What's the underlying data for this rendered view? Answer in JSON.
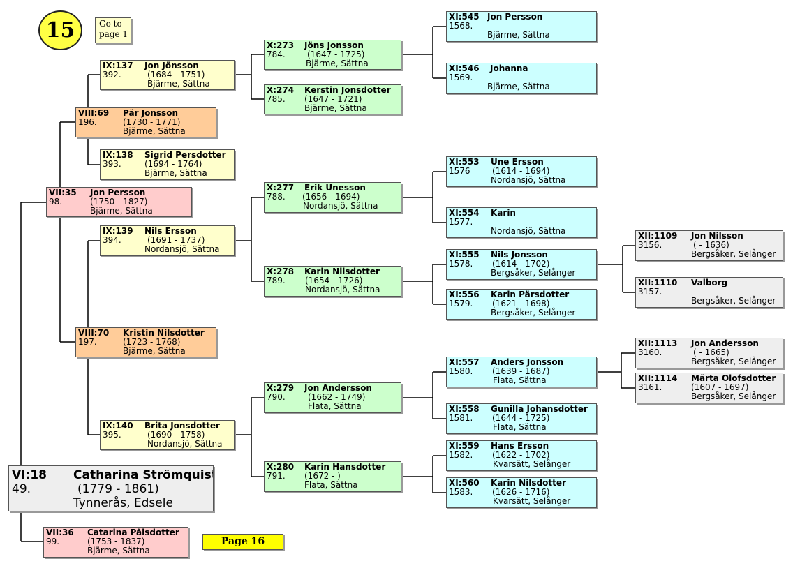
{
  "page": {
    "badge": "15",
    "goto_line1": "Go to",
    "goto_line2": "page 1",
    "next_page": "Page 16"
  },
  "colors": {
    "gen6": "#eeeeee",
    "gen7": "#ffcccc",
    "gen8": "#ffcc99",
    "gen9": "#ffffcc",
    "gen10": "#ccffcc",
    "gen11": "#ccffff",
    "gen12": "#eeeeee"
  },
  "people": {
    "p18": {
      "code": "VI:18",
      "num": "49.",
      "name": "Catharina Strömquist",
      "dates": "(1779 - 1861)",
      "place": "Tynnerås, Edsele"
    },
    "p35": {
      "code": "VII:35",
      "num": "98.",
      "name": "Jon Persson",
      "dates": "(1750 - 1827)",
      "place": "Bjärme, Sättna"
    },
    "p36": {
      "code": "VII:36",
      "num": "99.",
      "name": "Catarina Pålsdotter",
      "dates": "(1753 - 1837)",
      "place": "Bjärme, Sättna"
    },
    "p69": {
      "code": "VIII:69",
      "num": "196.",
      "name": "Pär Jonsson",
      "dates": "(1730 - 1771)",
      "place": "Bjärme, Sättna"
    },
    "p70": {
      "code": "VIII:70",
      "num": "197.",
      "name": "Kristin Nilsdotter",
      "dates": "(1723 - 1768)",
      "place": "Bjärme, Sättna"
    },
    "p137": {
      "code": "IX:137",
      "num": "392.",
      "name": "Jon Jönsson",
      "dates": "(1684 - 1751)",
      "place": "Bjärme, Sättna"
    },
    "p138": {
      "code": "IX:138",
      "num": "393.",
      "name": "Sigrid Persdotter",
      "dates": "(1694 - 1764)",
      "place": "Bjärme, Sättna"
    },
    "p139": {
      "code": "IX:139",
      "num": "394.",
      "name": "Nils Ersson",
      "dates": "(1691 - 1737)",
      "place": "Nordansjö, Sättna"
    },
    "p140": {
      "code": "IX:140",
      "num": "395.",
      "name": "Brita Jonsdotter",
      "dates": "(1690 - 1758)",
      "place": "Nordansjö, Sättna"
    },
    "p273": {
      "code": "X:273",
      "num": "784.",
      "name": "Jöns Jonsson",
      "dates": "(1647 - 1725)",
      "place": "Bjärme, Sättna"
    },
    "p274": {
      "code": "X:274",
      "num": "785.",
      "name": "Kerstin Jonsdotter",
      "dates": "(1647 - 1721)",
      "place": "Bjärme, Sättna"
    },
    "p277": {
      "code": "X:277",
      "num": "788.",
      "name": "Erik Unesson",
      "dates": "(1656 - 1694)",
      "place": "Nordansjö, Sättna"
    },
    "p278": {
      "code": "X:278",
      "num": "789.",
      "name": "Karin Nilsdotter",
      "dates": "(1654 - 1726)",
      "place": "Nordansjö, Sättna"
    },
    "p279": {
      "code": "X:279",
      "num": "790.",
      "name": "Jon Andersson",
      "dates": "(1662 - 1749)",
      "place": "Flata, Sättna"
    },
    "p280": {
      "code": "X:280",
      "num": "791.",
      "name": "Karin Hansdotter",
      "dates": "(1672 - )",
      "place": "Flata, Sättna"
    },
    "p545": {
      "code": "XI:545",
      "num": "1568.",
      "name": "Jon Persson",
      "dates": "",
      "place": "Bjärme, Sättna"
    },
    "p546": {
      "code": "XI:546",
      "num": "1569.",
      "name": "Johanna",
      "dates": "",
      "place": "Bjärme, Sättna"
    },
    "p553": {
      "code": "XI:553",
      "num": "1576",
      "name": "Une Ersson",
      "dates": "(1614 - 1694)",
      "place": "Nordansjö, Sättna"
    },
    "p554": {
      "code": "XI:554",
      "num": "1577.",
      "name": "Karin",
      "dates": "",
      "place": "Nordansjö, Sättna"
    },
    "p555": {
      "code": "XI:555",
      "num": "1578.",
      "name": "Nils Jonsson",
      "dates": "(1614 - 1702)",
      "place": "Bergsåker, Selånger"
    },
    "p556": {
      "code": "XI:556",
      "num": "1579.",
      "name": "Karin Pärsdotter",
      "dates": "(1621 - 1698)",
      "place": "Bergsåker, Selånger"
    },
    "p557": {
      "code": "XI:557",
      "num": "1580.",
      "name": "Anders Jonsson",
      "dates": "(1639 - 1687)",
      "place": "Flata, Sättna"
    },
    "p558": {
      "code": "XI:558",
      "num": "1581.",
      "name": "Gunilla Johansdotter",
      "dates": "(1644 - 1725)",
      "place": "Flata, Sättna"
    },
    "p559": {
      "code": "XI:559",
      "num": "1582.",
      "name": "Hans Ersson",
      "dates": "(1622 - 1702)",
      "place": "Kvarsätt, Selånger"
    },
    "p560": {
      "code": "XI:560",
      "num": "1583.",
      "name": "Karin Nilsdotter",
      "dates": "(1626 - 1716)",
      "place": "Kvarsätt, Selånger"
    },
    "p1109": {
      "code": "XII:1109",
      "num": "3156.",
      "name": "Jon Nilsson",
      "dates": "( - 1636)",
      "place": "Bergsåker, Selånger"
    },
    "p1110": {
      "code": "XII:1110",
      "num": "3157.",
      "name": "Valborg",
      "dates": "",
      "place": "Bergsåker, Selånger"
    },
    "p1113": {
      "code": "XII:1113",
      "num": "3160.",
      "name": "Jon Andersson",
      "dates": "( - 1665)",
      "place": "Bergsåker, Selånger"
    },
    "p1114": {
      "code": "XII:1114",
      "num": "3161.",
      "name": "Märta Olofsdotter",
      "dates": "(1607 - 1697)",
      "place": "Bergsåker, Selånger"
    }
  }
}
